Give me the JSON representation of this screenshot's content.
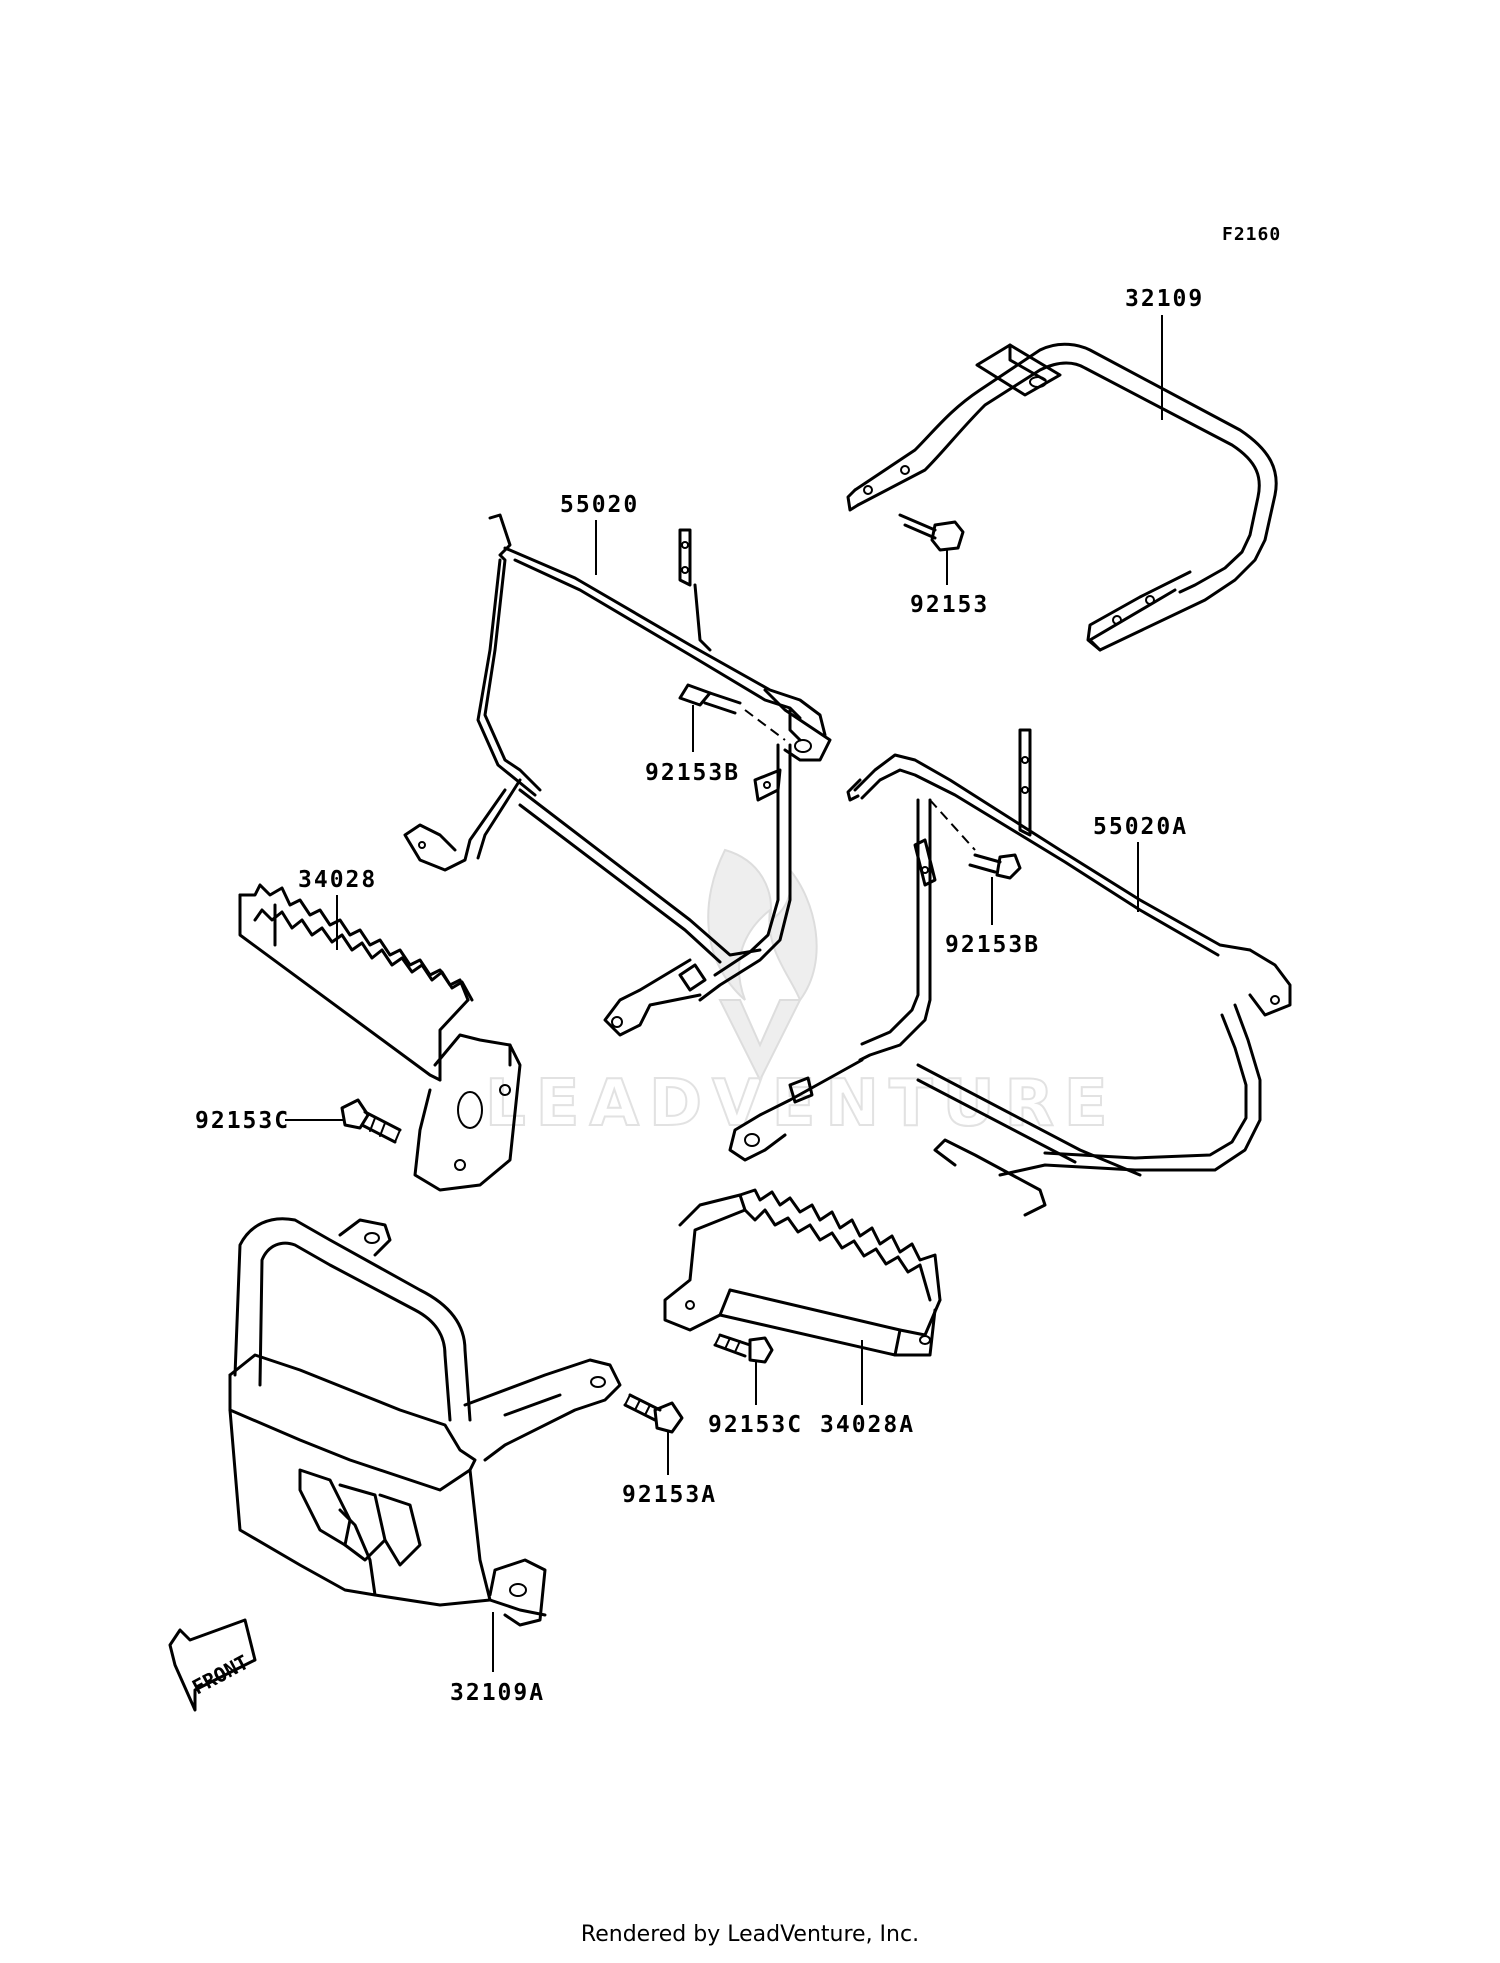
{
  "diagram_code": "F2160",
  "parts": {
    "p32109": "32109",
    "p55020": "55020",
    "p92153": "92153",
    "p92153B_1": "92153B",
    "p55020A": "55020A",
    "p92153B_2": "92153B",
    "p34028": "34028",
    "p92153C_1": "92153C",
    "p92153C_2": "92153C",
    "p34028A": "34028A",
    "p92153A": "92153A",
    "p32109A": "32109A"
  },
  "front_arrow_label": "FRONT",
  "watermark": "LEADVENTURE",
  "footer": "Rendered by LeadVenture, Inc."
}
